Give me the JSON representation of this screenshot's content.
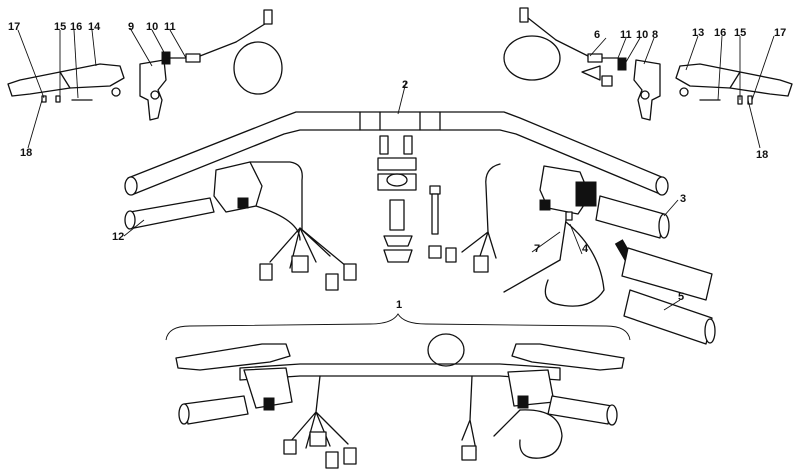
{
  "callouts": {
    "c1": "1",
    "c2": "2",
    "c3": "3",
    "c4": "4",
    "c5": "5",
    "c6": "6",
    "c7": "7",
    "c8": "8",
    "c9": "9",
    "c10l": "10",
    "c10r": "10",
    "c11l": "11",
    "c11r": "11",
    "c12": "12",
    "c13": "13",
    "c14": "14",
    "c15l": "15",
    "c15r": "15",
    "c16l": "16",
    "c16r": "16",
    "c17l": "17",
    "c17r": "17",
    "c18l": "18",
    "c18r": "18"
  }
}
